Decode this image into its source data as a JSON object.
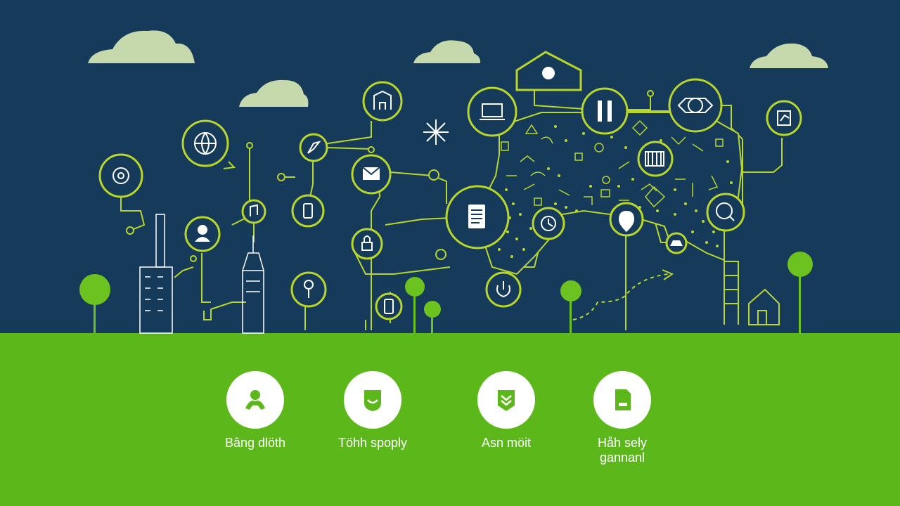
{
  "colors": {
    "sky": "#163a59",
    "ground": "#5cb81a",
    "line": "#b9d62c",
    "tree": "#6cc21f",
    "cloud": "#c5d9ac",
    "icon_fill": "#ffffff"
  },
  "features": [
    {
      "label": "Bâng dlöth",
      "icon": "person-hub-icon"
    },
    {
      "label": "Töhh spoply",
      "icon": "shield-badge-icon"
    },
    {
      "label": "Asn möit",
      "icon": "chevron-badge-icon"
    },
    {
      "label": "Håh sely gannanl",
      "icon": "document-card-icon"
    }
  ]
}
